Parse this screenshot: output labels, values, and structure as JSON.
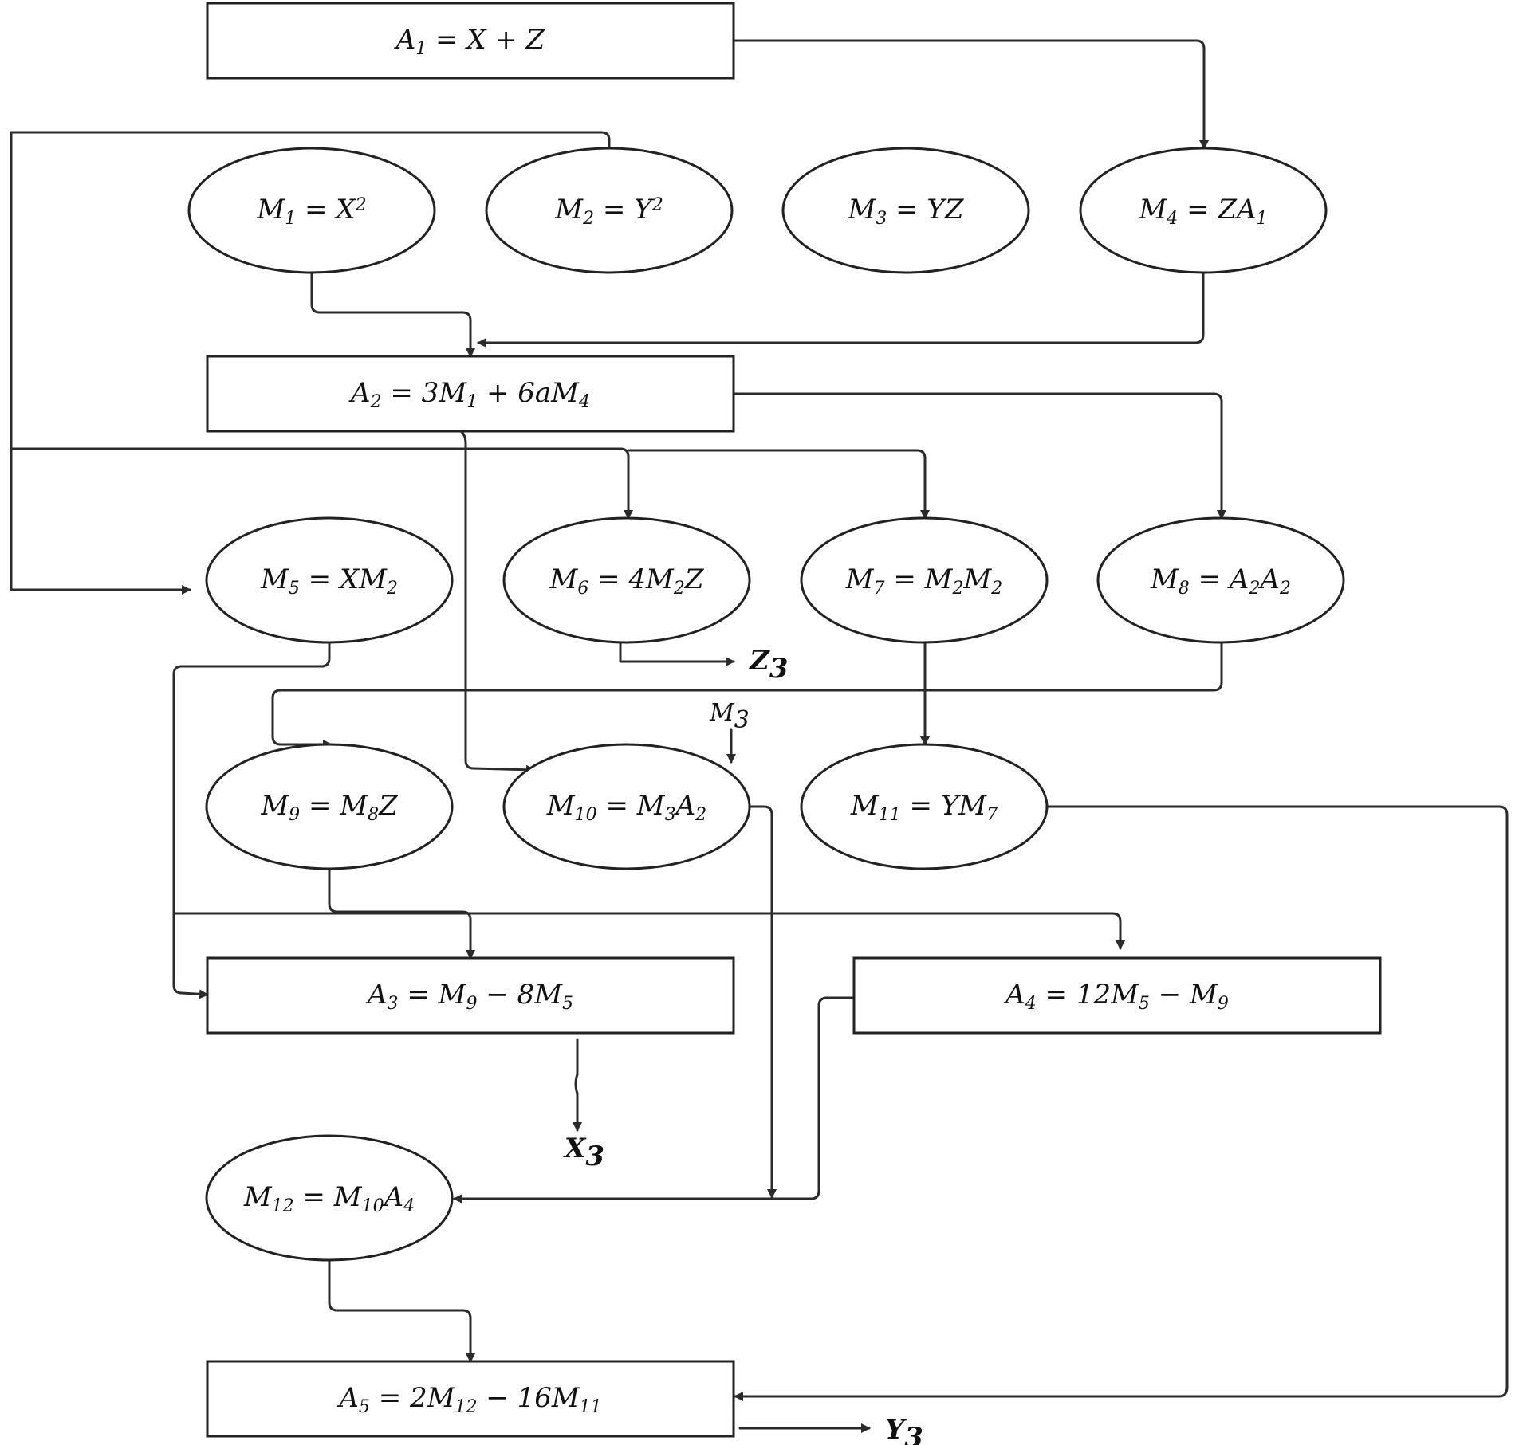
{
  "nodes": [
    {
      "id": "A1",
      "shape": "box",
      "tokens": [
        [
          "A",
          ""
        ],
        [
          "1",
          "sub"
        ],
        [
          " = X + Z",
          ""
        ]
      ]
    },
    {
      "id": "M1",
      "shape": "ellipse",
      "tokens": [
        [
          "M",
          ""
        ],
        [
          "1",
          "sub"
        ],
        [
          " =  X",
          ""
        ],
        [
          "2",
          "sup"
        ]
      ]
    },
    {
      "id": "M2",
      "shape": "ellipse",
      "tokens": [
        [
          "M",
          ""
        ],
        [
          "2",
          "sub"
        ],
        [
          " = Y",
          ""
        ],
        [
          "2",
          "sup"
        ]
      ]
    },
    {
      "id": "M3",
      "shape": "ellipse",
      "tokens": [
        [
          "M",
          ""
        ],
        [
          "3",
          "sub"
        ],
        [
          " = YZ",
          ""
        ]
      ]
    },
    {
      "id": "M4",
      "shape": "ellipse",
      "tokens": [
        [
          "M",
          ""
        ],
        [
          "4",
          "sub"
        ],
        [
          " = ZA",
          ""
        ],
        [
          "1",
          "sub"
        ]
      ]
    },
    {
      "id": "A2",
      "shape": "box",
      "tokens": [
        [
          "A",
          ""
        ],
        [
          "2",
          "sub"
        ],
        [
          " = 3M",
          ""
        ],
        [
          "1",
          "sub"
        ],
        [
          " +  6aM",
          ""
        ],
        [
          "4",
          "sub"
        ]
      ]
    },
    {
      "id": "M5",
      "shape": "ellipse",
      "tokens": [
        [
          "M",
          ""
        ],
        [
          "5",
          "sub"
        ],
        [
          " = XM",
          ""
        ],
        [
          "2",
          "sub"
        ]
      ]
    },
    {
      "id": "M6",
      "shape": "ellipse",
      "tokens": [
        [
          "M",
          ""
        ],
        [
          "6",
          "sub"
        ],
        [
          " = 4M",
          ""
        ],
        [
          "2",
          "sub"
        ],
        [
          "Z",
          ""
        ]
      ]
    },
    {
      "id": "M7",
      "shape": "ellipse",
      "tokens": [
        [
          "M",
          ""
        ],
        [
          "7",
          "sub"
        ],
        [
          " = M",
          ""
        ],
        [
          "2",
          "sub"
        ],
        [
          "M",
          ""
        ],
        [
          "2",
          "sub"
        ]
      ]
    },
    {
      "id": "M8",
      "shape": "ellipse",
      "tokens": [
        [
          "M",
          ""
        ],
        [
          "8",
          "sub"
        ],
        [
          " =  A",
          ""
        ],
        [
          "2",
          "sub"
        ],
        [
          "A",
          ""
        ],
        [
          "2",
          "sub"
        ]
      ]
    },
    {
      "id": "M9",
      "shape": "ellipse",
      "tokens": [
        [
          "M",
          ""
        ],
        [
          "9",
          "sub"
        ],
        [
          " = M",
          ""
        ],
        [
          "8",
          "sub"
        ],
        [
          "Z",
          ""
        ]
      ]
    },
    {
      "id": "M10",
      "shape": "ellipse",
      "tokens": [
        [
          "M",
          ""
        ],
        [
          "10",
          "sub"
        ],
        [
          " = M",
          ""
        ],
        [
          "3",
          "sub"
        ],
        [
          "A",
          ""
        ],
        [
          "2",
          "sub"
        ]
      ]
    },
    {
      "id": "M11",
      "shape": "ellipse",
      "tokens": [
        [
          "M",
          ""
        ],
        [
          "11",
          "sub"
        ],
        [
          " = YM",
          ""
        ],
        [
          "7",
          "sub"
        ]
      ]
    },
    {
      "id": "A3",
      "shape": "box",
      "tokens": [
        [
          "A",
          ""
        ],
        [
          "3",
          "sub"
        ],
        [
          " = M",
          ""
        ],
        [
          "9",
          "sub"
        ],
        [
          " −  8M",
          ""
        ],
        [
          "5",
          "sub"
        ]
      ]
    },
    {
      "id": "A4",
      "shape": "box",
      "tokens": [
        [
          "A",
          ""
        ],
        [
          "4",
          "sub"
        ],
        [
          " = 12M",
          ""
        ],
        [
          "5",
          "sub"
        ],
        [
          " −  M",
          ""
        ],
        [
          "9",
          "sub"
        ]
      ]
    },
    {
      "id": "M12",
      "shape": "ellipse",
      "tokens": [
        [
          "M",
          ""
        ],
        [
          "12",
          "sub"
        ],
        [
          " = M",
          ""
        ],
        [
          "10",
          "sub"
        ],
        [
          "A",
          ""
        ],
        [
          "4",
          "sub"
        ]
      ]
    },
    {
      "id": "A5",
      "shape": "box",
      "tokens": [
        [
          "A",
          ""
        ],
        [
          "5",
          "sub"
        ],
        [
          " = 2M",
          ""
        ],
        [
          "12",
          "sub"
        ],
        [
          " −  16M",
          ""
        ],
        [
          "11",
          "sub"
        ]
      ]
    }
  ],
  "outputs": [
    {
      "id": "Z3",
      "tokens": [
        [
          "Z",
          ""
        ],
        [
          "3",
          "sub"
        ]
      ]
    },
    {
      "id": "X3",
      "tokens": [
        [
          "X",
          ""
        ],
        [
          "3",
          "sub"
        ]
      ]
    },
    {
      "id": "Y3",
      "tokens": [
        [
          "Y",
          ""
        ],
        [
          "3",
          "sub"
        ]
      ]
    }
  ],
  "inputs": [
    {
      "id": "M3-in",
      "tokens": [
        [
          "M",
          ""
        ],
        [
          "3",
          "sub"
        ]
      ]
    }
  ]
}
